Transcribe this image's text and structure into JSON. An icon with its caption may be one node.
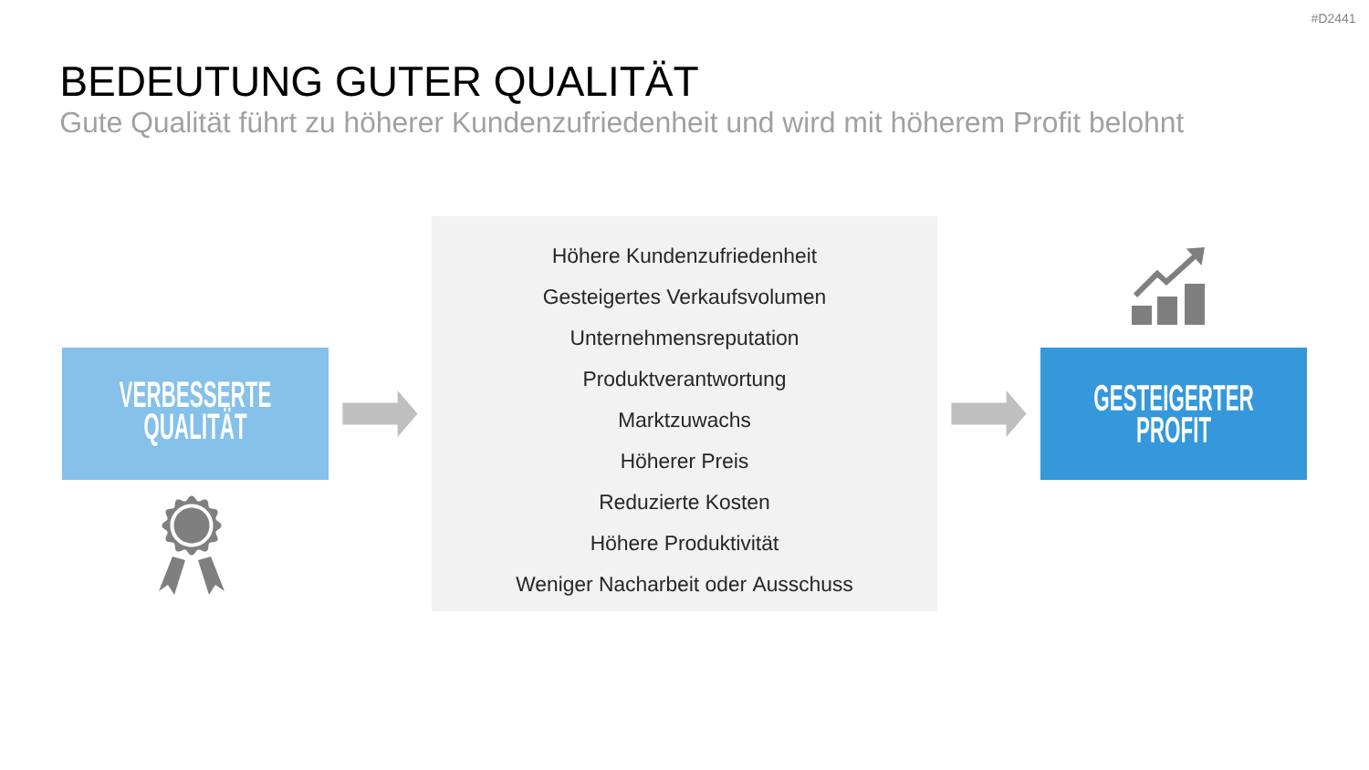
{
  "diagram": {
    "title": "BEDEUTUNG GUTER QUALITÄT",
    "nodes": [
      {
        "text": [
          "VERBESSERTE QUALITÄT"
        ]
      },
      {
        "text": [
          "Höhere Kundenzufriedenheit",
          "Gesteigertes Verkaufsvolumen",
          "Unternehmensreputation",
          "Produktverantwortung",
          "Marktzuwachs",
          "Höherer Preis",
          "Reduzierte Kosten",
          "Höhere Produktivität",
          "Weniger Nacharbeit oder Ausschuss"
        ]
      },
      {
        "text": [
          "GESTEIGERTER PROFIT"
        ]
      }
    ],
    "edges": [
      {
        "from": 0,
        "to": 1,
        "arrow": "to"
      },
      {
        "from": 1,
        "to": 2,
        "arrow": "to"
      }
    ],
    "labels": [
      "#D2441",
      "Gute Qualität führt zu höherer Kundenzufriedenheit und wird mit höherem Profit belohnt"
    ]
  }
}
